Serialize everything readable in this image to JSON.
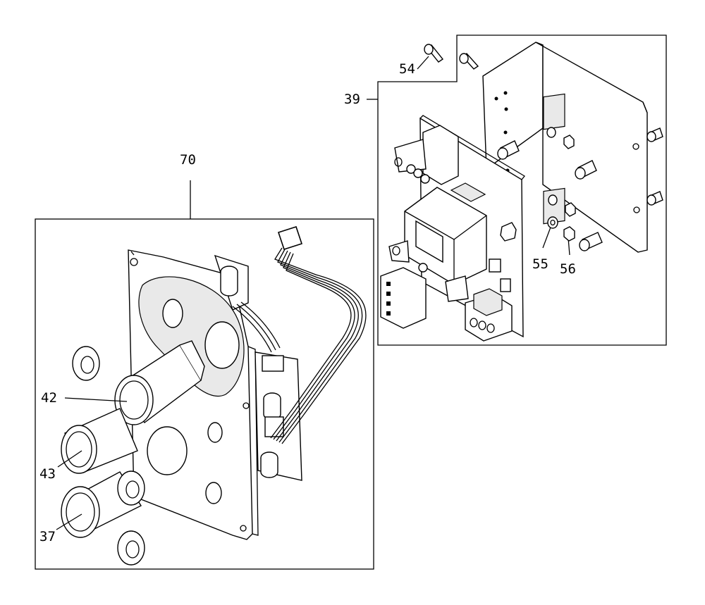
{
  "labels": {
    "assembly_70": "70",
    "assembly_39": "39",
    "part_54": "54",
    "part_55": "55",
    "part_56": "56",
    "part_42": "42",
    "part_43": "43",
    "part_37": "37"
  },
  "colors": {
    "line": "#000000",
    "background": "#ffffff"
  }
}
